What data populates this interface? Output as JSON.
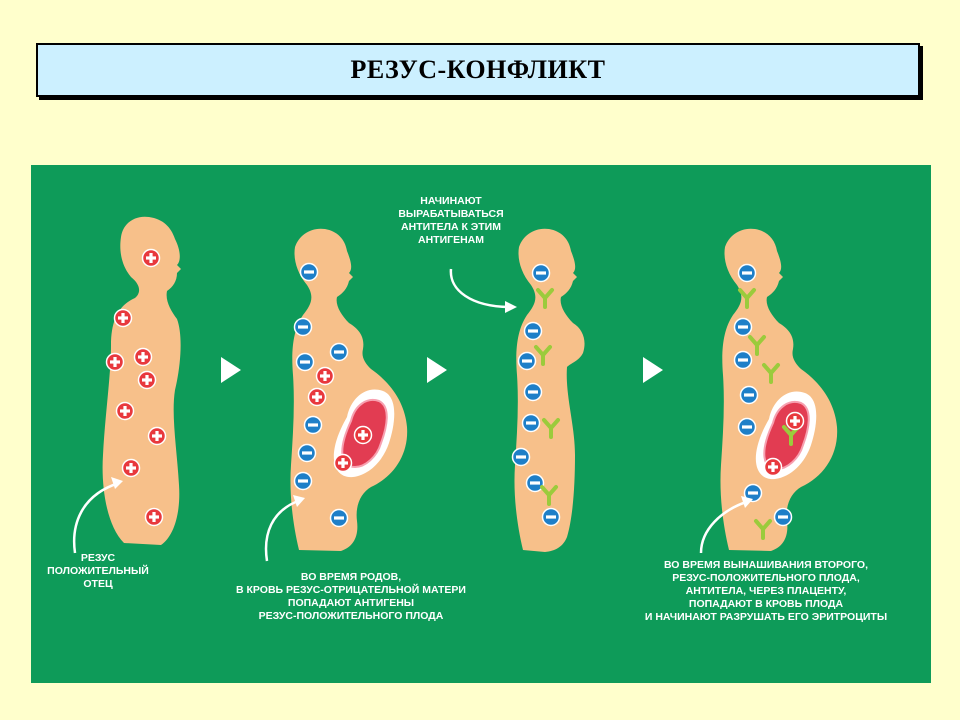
{
  "title": "РЕЗУС-КОНФЛИКТ",
  "captions": {
    "father": "РЕЗУС\nПОЛОЖИТЕЛЬНЫЙ\nОТЕЦ",
    "birth": "ВО ВРЕМЯ РОДОВ,\nВ КРОВЬ РЕЗУС-ОТРИЦАТЕЛЬНОЙ МАТЕРИ\nПОПАДАЮТ АНТИГЕНЫ\nРЕЗУС-ПОЛОЖИТЕЛЬНОГО ПЛОДА",
    "antibodies": "НАЧИНАЮТ\nВЫРАБАТЫВАТЬСЯ\nАНТИТЕЛА К ЭТИМ\nАНТИГЕНАМ",
    "second": "ВО ВРЕМЯ ВЫНАШИВАНИЯ ВТОРОГО,\nРЕЗУС-ПОЛОЖИТЕЛЬНОГО ПЛОДА,\nАНТИТЕЛА, ЧЕРЕЗ ПЛАЦЕНТУ,\nПОПАДАЮТ В КРОВЬ ПЛОДА\nИ НАЧИНАЮТ РАЗРУШАТЬ ЕГО ЭРИТРОЦИТЫ"
  },
  "colors": {
    "background": "#FFFFCC",
    "title_box": "#CCF0FF",
    "panel": "#0E9B59",
    "body": "#F7C08A",
    "positive": "#E8383D",
    "negative": "#1E7FC8",
    "antibody": "#9BCB3C",
    "fetus": "#E23C52"
  },
  "icons": [
    "plus-antigen-icon",
    "minus-cell-icon",
    "antibody-y-icon",
    "play-arrow-icon"
  ]
}
